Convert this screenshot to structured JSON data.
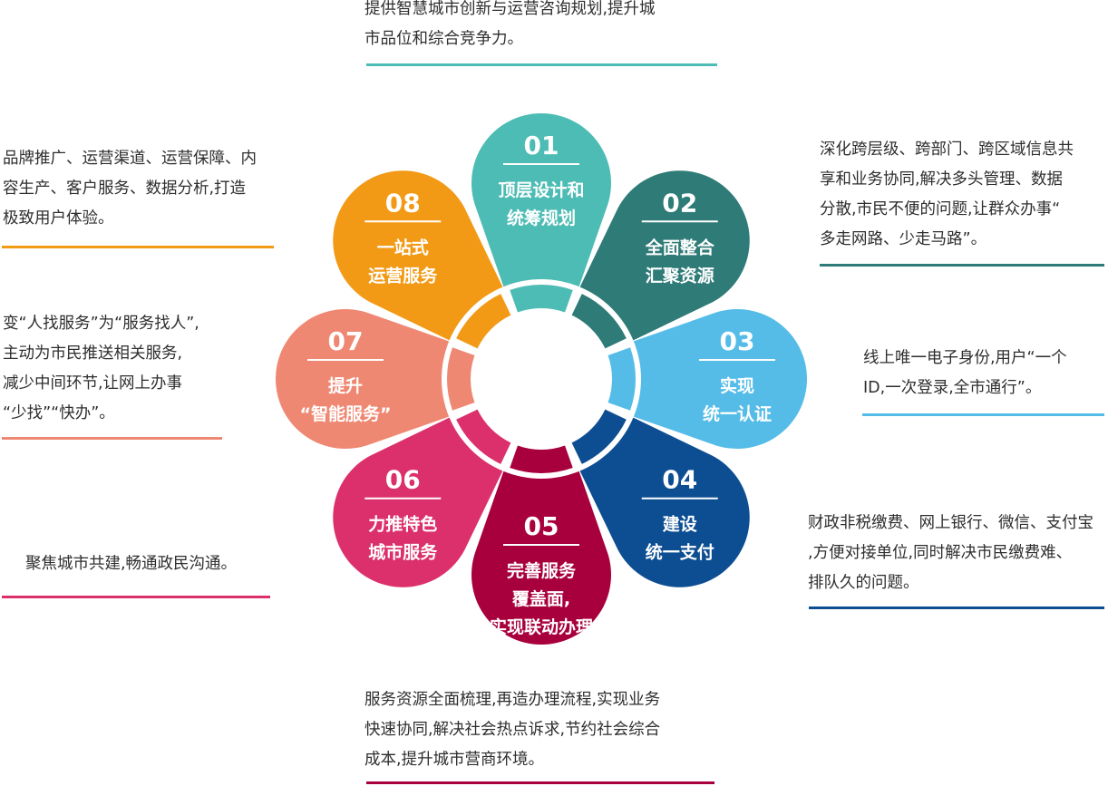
{
  "petals": [
    {
      "num": "01",
      "lines": [
        "顶层设计和",
        "统筹规划"
      ],
      "color": "#4dbcb4",
      "angle": 0
    },
    {
      "num": "02",
      "lines": [
        "全面整合",
        "汇聚资源"
      ],
      "color": "#2e7b78",
      "angle": 45
    },
    {
      "num": "03",
      "lines": [
        "实现",
        "统一认证"
      ],
      "color": "#55bce8",
      "angle": 90
    },
    {
      "num": "04",
      "lines": [
        "建设",
        "统一支付"
      ],
      "color": "#0d4e92",
      "angle": 135
    },
    {
      "num": "05",
      "lines": [
        "完善服务",
        "覆盖面,",
        "实现联动办理"
      ],
      "color": "#a8003d",
      "angle": 180
    },
    {
      "num": "06",
      "lines": [
        "力推特色",
        "城市服务"
      ],
      "color": "#db306b",
      "angle": 225
    },
    {
      "num": "07",
      "lines": [
        "提升",
        "“智能服务”"
      ],
      "color": "#ef8872",
      "angle": 270
    },
    {
      "num": "08",
      "lines": [
        "一站式",
        "运营服务"
      ],
      "color": "#f29a16",
      "angle": 315
    }
  ],
  "descriptions": [
    {
      "id": "top",
      "lines": [
        "提供智慧城市创新与运营咨询规划,提升城",
        "市品位和综合竞争力。"
      ],
      "color": "#4dbcb4"
    },
    {
      "id": "right-1",
      "lines": [
        "深化跨层级、跨部门、跨区域信息共",
        "享和业务协同,解决多头管理、数据",
        "分散,市民不便的问题,让群众办事“",
        "多走网路、少走马路”。"
      ],
      "color": "#2e7b78"
    },
    {
      "id": "right-2",
      "lines": [
        "线上唯一电子身份,用户“一个",
        "ID,一次登录,全市通行”。"
      ],
      "color": "#55bce8"
    },
    {
      "id": "right-3",
      "lines": [
        "财政非税缴费、网上银行、微信、支付宝",
        ",方便对接单位,同时解决市民缴费难、",
        "排队久的问题。"
      ],
      "color": "#0d4e92"
    },
    {
      "id": "bottom",
      "lines": [
        "服务资源全面梳理,再造办理流程,实现业务",
        "快速协同,解决社会热点诉求,节约社会综合",
        "成本,提升城市营商环境。"
      ],
      "color": "#a8003d"
    },
    {
      "id": "left-3",
      "lines": [
        "聚焦城市共建,畅通政民沟通。"
      ],
      "color": "#db306b"
    },
    {
      "id": "left-2",
      "lines": [
        "变“人找服务”为“服务找人”,",
        "主动为市民推送相关服务,",
        "减少中间环节,让网上办事",
        "“少找”“快办”。"
      ],
      "color": "#ef8872"
    },
    {
      "id": "left-1",
      "lines": [
        "品牌推广、运营渠道、运营保障、内",
        "容生产、客户服务、数据分析,打造",
        "极致用户体验。"
      ],
      "color": "#f29a16"
    }
  ]
}
